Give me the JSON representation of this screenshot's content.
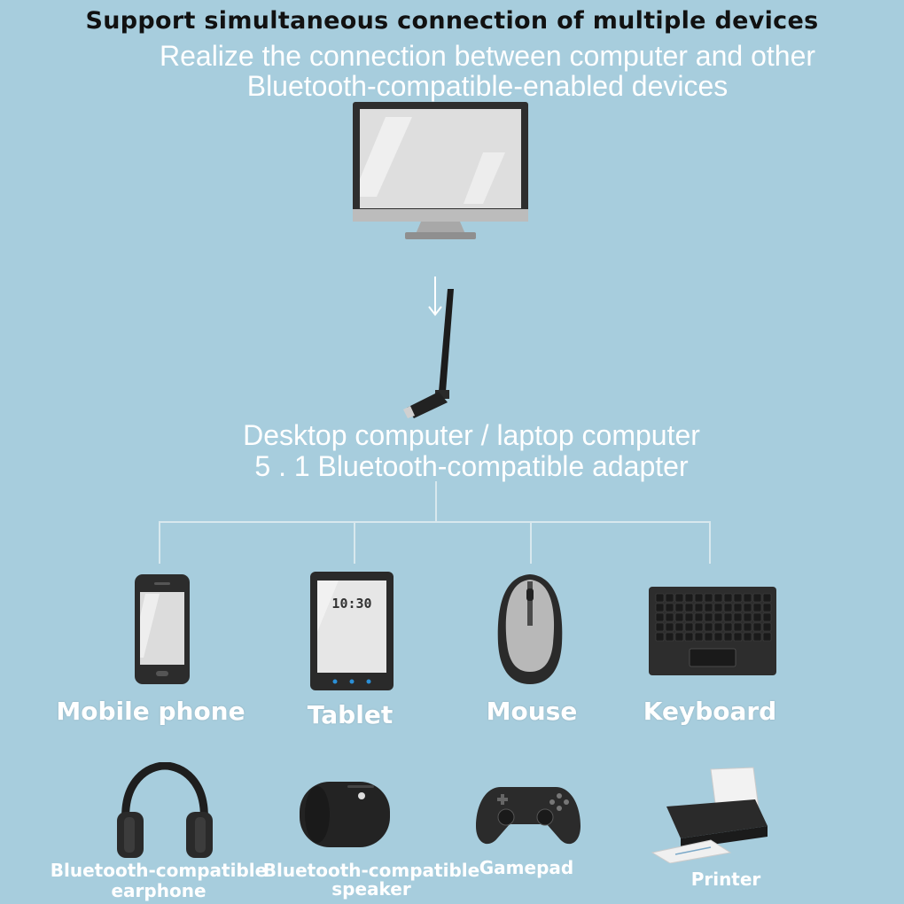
{
  "title": "Support simultaneous connection of multiple devices",
  "subtitle_line1": "Realize the connection between computer and other",
  "subtitle_line2": "Bluetooth-compatible-enabled devices",
  "adapter_line1": "Desktop computer / laptop computer",
  "adapter_line2": "5 . 1 Bluetooth-compatible adapter",
  "tablet_time": "10:30",
  "row1": [
    "Mobile phone",
    "Tablet",
    "Mouse",
    "Keyboard"
  ],
  "row2": [
    {
      "line1": "Bluetooth-compatible",
      "line2": "earphone"
    },
    {
      "line1": "Bluetooth-compatible",
      "line2": "speaker"
    },
    {
      "line1": "Gamepad",
      "line2": ""
    },
    {
      "line1": "Printer",
      "line2": ""
    }
  ],
  "colors": {
    "background": "#a7cddd",
    "title": "#111111",
    "text": "#ffffff",
    "device_dark": "#2b2b2b"
  },
  "icons": [
    "monitor-icon",
    "usb-adapter-icon",
    "phone-icon",
    "tablet-icon",
    "mouse-icon",
    "keyboard-icon",
    "headphones-icon",
    "speaker-icon",
    "gamepad-icon",
    "printer-icon"
  ]
}
